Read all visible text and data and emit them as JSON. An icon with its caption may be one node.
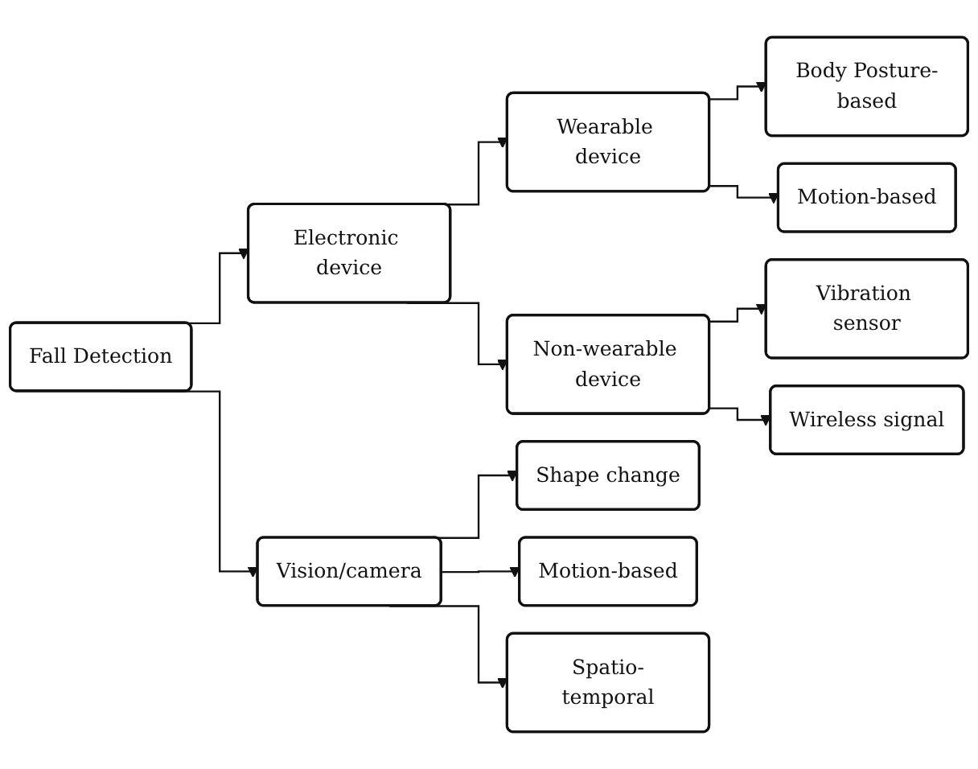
{
  "diagram": {
    "nodes": [
      {
        "text": [
          "Fall Detection"
        ]
      },
      {
        "text": [
          "Electronic device"
        ]
      },
      {
        "text": [
          "Vision/camera"
        ]
      },
      {
        "text": [
          "Wearable device"
        ]
      },
      {
        "text": [
          "Non-wearable device"
        ]
      },
      {
        "text": [
          "Body Posture-based"
        ]
      },
      {
        "text": [
          "Motion-based"
        ]
      },
      {
        "text": [
          "Vibration sensor"
        ]
      },
      {
        "text": [
          "Wireless signal"
        ]
      },
      {
        "text": [
          "Shape change"
        ]
      },
      {
        "text": [
          "Motion-based"
        ]
      },
      {
        "text": [
          "Spatio-temporal"
        ]
      }
    ],
    "edges": [
      {
        "from": 0,
        "to": 1,
        "arrow": "to"
      },
      {
        "from": 0,
        "to": 2,
        "arrow": "to"
      },
      {
        "from": 1,
        "to": 3,
        "arrow": "to"
      },
      {
        "from": 1,
        "to": 4,
        "arrow": "to"
      },
      {
        "from": 3,
        "to": 5,
        "arrow": "to"
      },
      {
        "from": 3,
        "to": 6,
        "arrow": "to"
      },
      {
        "from": 4,
        "to": 7,
        "arrow": "to"
      },
      {
        "from": 4,
        "to": 8,
        "arrow": "to"
      },
      {
        "from": 2,
        "to": 9,
        "arrow": "to"
      },
      {
        "from": 2,
        "to": 10,
        "arrow": "to"
      },
      {
        "from": 2,
        "to": 11,
        "arrow": "to"
      }
    ]
  }
}
